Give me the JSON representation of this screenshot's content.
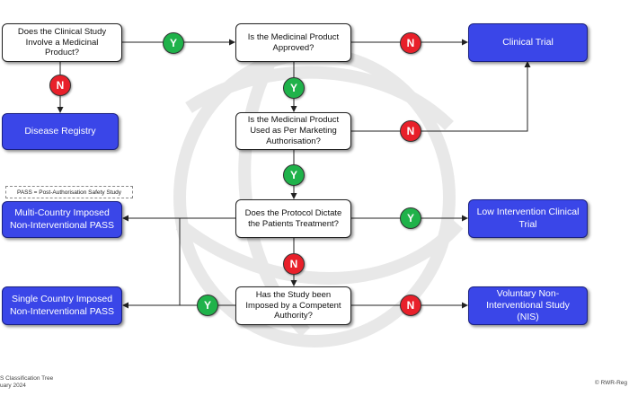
{
  "questions": {
    "q1": "Does the Clinical Study Involve a Medicinal Product?",
    "q2": "Is the Medicinal Product Approved?",
    "q3": "Is the Medicinal Product Used as Per Marketing Authorisation?",
    "q4": "Does the Protocol Dictate the Patients Treatment?",
    "q5": "Has the Study been Imposed by a Competent Authority?"
  },
  "outcomes": {
    "clinical_trial": "Clinical Trial",
    "disease_registry": "Disease Registry",
    "multi_country": "Multi-Country Imposed Non-Interventional PASS",
    "low_intervention": "Low Intervention Clinical Trial",
    "single_country": "Single Country Imposed Non-Interventional PASS",
    "voluntary_nis": "Voluntary Non-Interventional Study (NIS)"
  },
  "answers": {
    "yes": "Y",
    "no": "N"
  },
  "note": "PASS = Post-Authorisation Safety Study",
  "footer": {
    "left_line1": "S Classification Tree",
    "left_line2": "uary 2024",
    "right": "© RWR-Reg"
  },
  "colors": {
    "outcome_fill": "#3a46e8",
    "yes_badge": "#1fb24a",
    "no_badge": "#e8202a"
  }
}
